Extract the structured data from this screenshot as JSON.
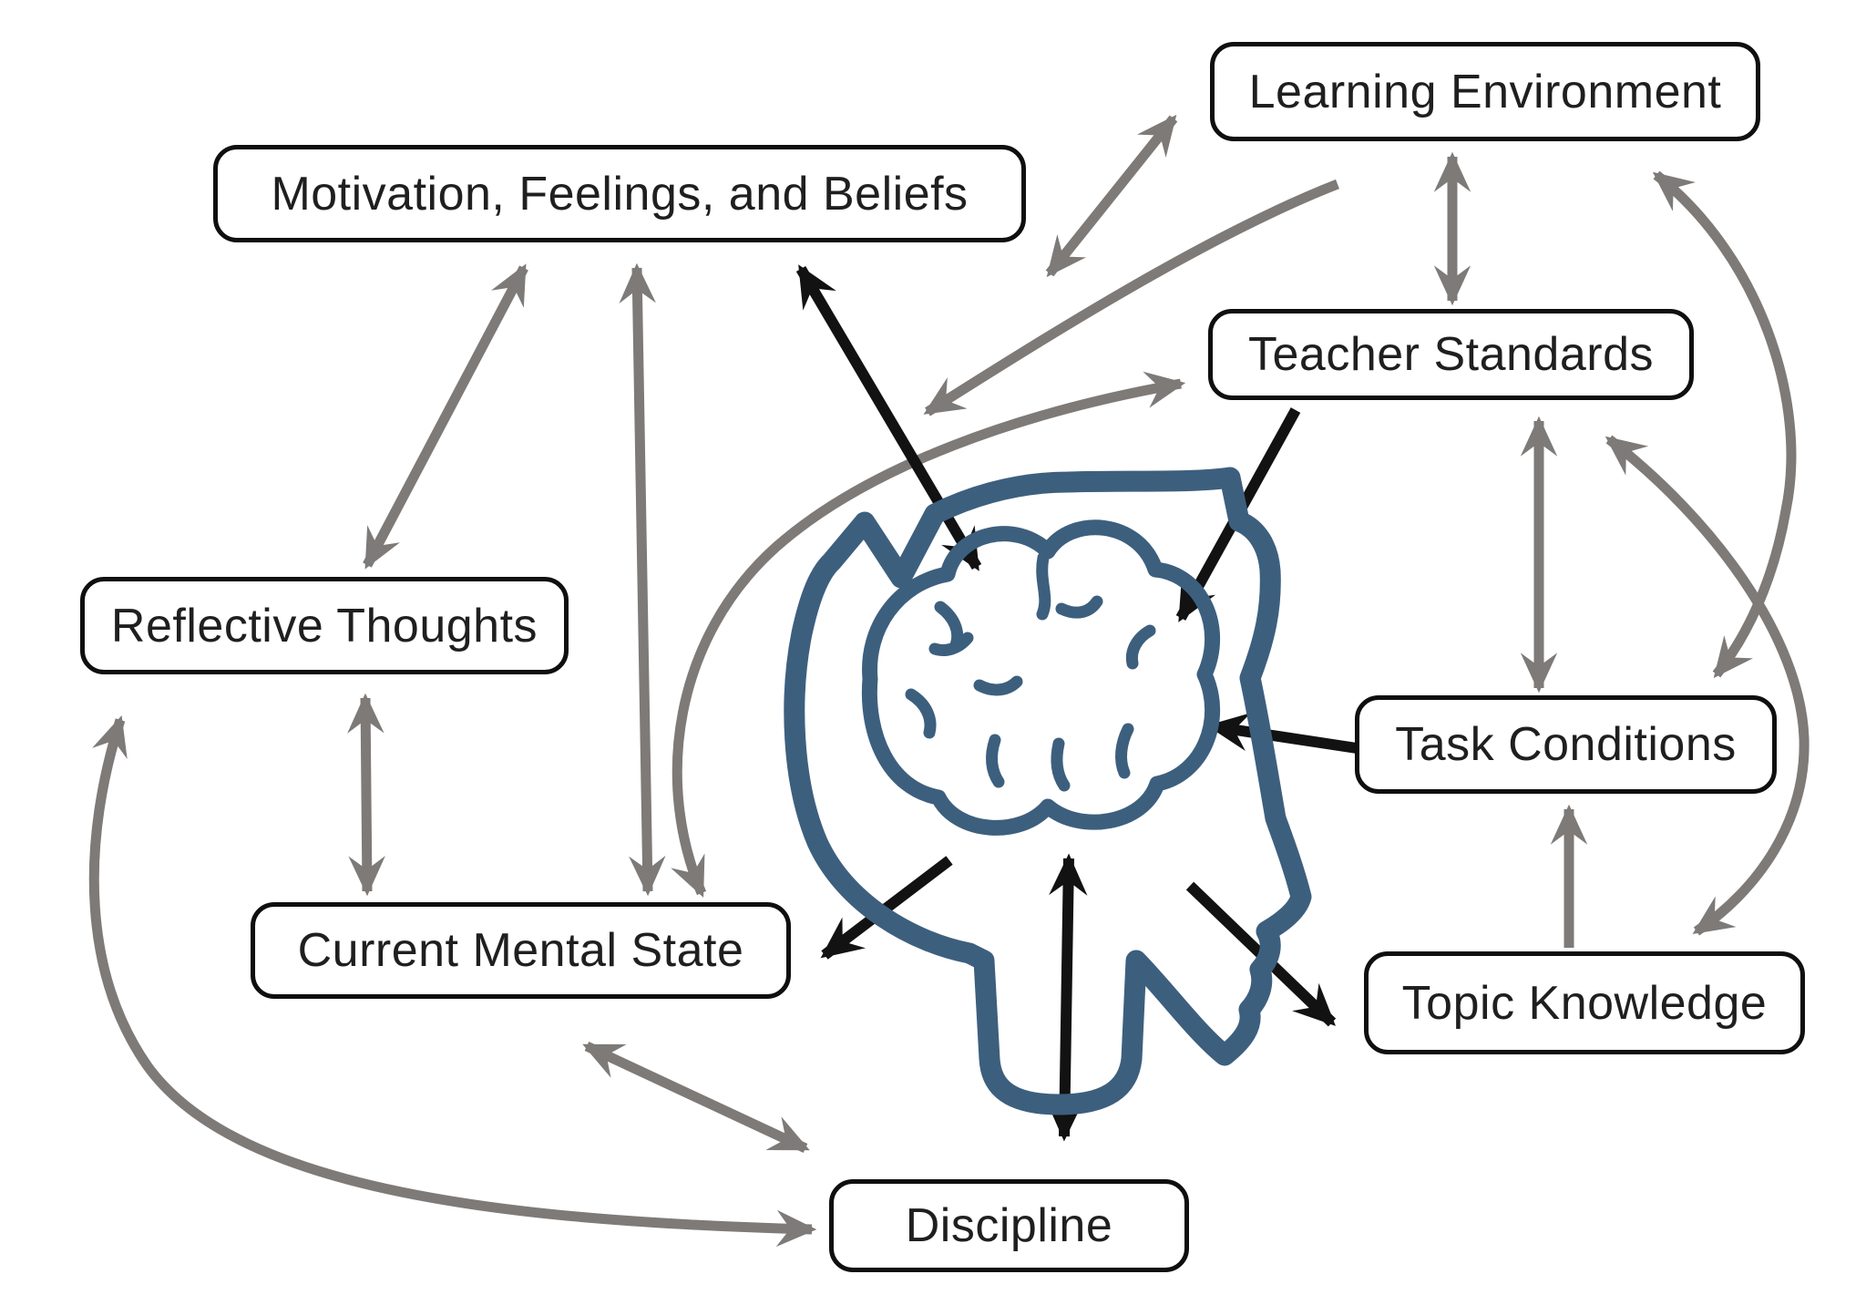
{
  "diagram": {
    "type": "concept-diagram",
    "background": "#ffffff",
    "colors": {
      "box_border": "#0f0f0f",
      "text": "#1f1f1f",
      "gray_arrow": "#7d7a78",
      "black_arrow": "#121212",
      "head_outline": "#3d5f7e"
    },
    "nodes": [
      {
        "id": "learning-environment",
        "label": "Learning Environment"
      },
      {
        "id": "motivation-feelings-beliefs",
        "label": "Motivation, Feelings, and Beliefs"
      },
      {
        "id": "teacher-standards",
        "label": "Teacher Standards"
      },
      {
        "id": "reflective-thoughts",
        "label": "Reflective Thoughts"
      },
      {
        "id": "task-conditions",
        "label": "Task Conditions"
      },
      {
        "id": "current-mental-state",
        "label": "Current Mental State"
      },
      {
        "id": "topic-knowledge",
        "label": "Topic Knowledge"
      },
      {
        "id": "discipline",
        "label": "Discipline"
      },
      {
        "id": "head-with-brain",
        "label": ""
      }
    ],
    "edges": [
      {
        "from": "motivation-feelings-beliefs",
        "to": "learning-environment",
        "color": "gray",
        "bidirectional": true,
        "shape": "straight"
      },
      {
        "from": "learning-environment",
        "to": "teacher-standards",
        "color": "gray",
        "bidirectional": true,
        "shape": "straight"
      },
      {
        "from": "motivation-feelings-beliefs",
        "to": "reflective-thoughts",
        "color": "gray",
        "bidirectional": true,
        "shape": "straight"
      },
      {
        "from": "motivation-feelings-beliefs",
        "to": "current-mental-state",
        "color": "gray",
        "bidirectional": true,
        "shape": "straight"
      },
      {
        "from": "reflective-thoughts",
        "to": "current-mental-state",
        "color": "gray",
        "bidirectional": true,
        "shape": "straight"
      },
      {
        "from": "current-mental-state",
        "to": "discipline",
        "color": "gray",
        "bidirectional": true,
        "shape": "straight"
      },
      {
        "from": "reflective-thoughts",
        "to": "discipline",
        "color": "gray",
        "bidirectional": true,
        "shape": "curved"
      },
      {
        "from": "current-mental-state",
        "to": "teacher-standards",
        "color": "gray",
        "bidirectional": true,
        "shape": "curved"
      },
      {
        "from": "learning-environment",
        "to": "task-conditions",
        "color": "gray",
        "bidirectional": true,
        "shape": "curved"
      },
      {
        "from": "teacher-standards",
        "to": "topic-knowledge",
        "color": "gray",
        "bidirectional": true,
        "shape": "curved"
      },
      {
        "from": "teacher-standards",
        "to": "task-conditions",
        "color": "gray",
        "bidirectional": true,
        "shape": "straight"
      },
      {
        "from": "topic-knowledge",
        "to": "task-conditions",
        "color": "gray",
        "bidirectional": false,
        "shape": "straight"
      },
      {
        "from": "learning-environment",
        "to": "head-with-brain",
        "color": "gray",
        "bidirectional": false,
        "shape": "curved"
      },
      {
        "from": "motivation-feelings-beliefs",
        "to": "head-with-brain",
        "color": "black",
        "bidirectional": true,
        "shape": "straight"
      },
      {
        "from": "teacher-standards",
        "to": "head-with-brain",
        "color": "black",
        "bidirectional": false,
        "shape": "straight"
      },
      {
        "from": "task-conditions",
        "to": "head-with-brain",
        "color": "black",
        "bidirectional": false,
        "shape": "straight"
      },
      {
        "from": "head-with-brain",
        "to": "topic-knowledge",
        "color": "black",
        "bidirectional": false,
        "shape": "straight"
      },
      {
        "from": "head-with-brain",
        "to": "current-mental-state",
        "color": "black",
        "bidirectional": false,
        "shape": "straight"
      },
      {
        "from": "head-with-brain",
        "to": "discipline",
        "color": "black",
        "bidirectional": true,
        "shape": "straight"
      }
    ]
  }
}
